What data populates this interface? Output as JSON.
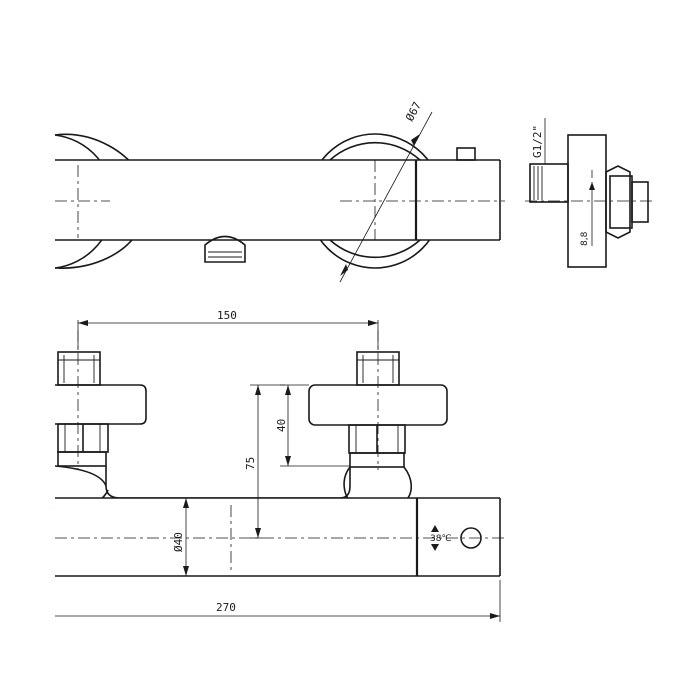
{
  "dimensions": {
    "top_diameter": "Ø67",
    "thread": "G1/2\"",
    "depth": "8,8",
    "spacing": "150",
    "offset_small": "40",
    "offset_large": "75",
    "body_diameter": "Ø40",
    "total_length": "270"
  },
  "indicator": {
    "temperature": "38℃"
  }
}
